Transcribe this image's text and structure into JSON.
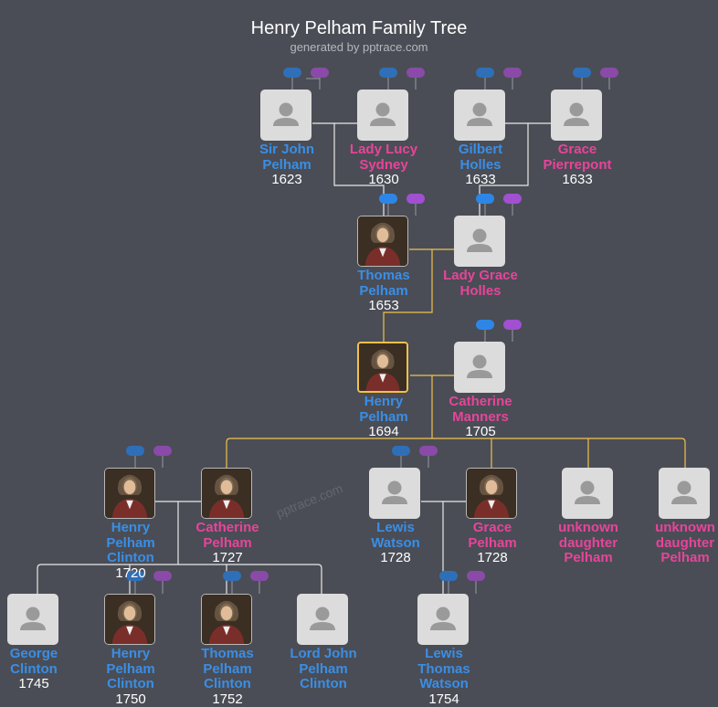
{
  "page": {
    "title": "Henry Pelham Family Tree",
    "subtitle": "generated by pptrace.com",
    "watermark": "pptrace.com"
  },
  "colors": {
    "background": "#4a4d55",
    "male": "#3a8ee6",
    "female": "#e8449a",
    "direct_line": "#f2c14e",
    "connector": "#e8e8e8"
  },
  "people": [
    {
      "id": "sir-john-pelham",
      "name": "Sir John Pelham",
      "lines": [
        "Sir John",
        "Pelham"
      ],
      "year": "1623",
      "gender": "m",
      "photo": "placeholder"
    },
    {
      "id": "lady-lucy-sydney",
      "name": "Lady Lucy Sydney",
      "lines": [
        "Lady Lucy",
        "Sydney"
      ],
      "year": "1630",
      "gender": "f",
      "photo": "placeholder"
    },
    {
      "id": "gilbert-holles",
      "name": "Gilbert Holles",
      "lines": [
        "Gilbert",
        "Holles"
      ],
      "year": "1633",
      "gender": "m",
      "photo": "placeholder"
    },
    {
      "id": "grace-pierrepont",
      "name": "Grace Pierrepont",
      "lines": [
        "Grace",
        "Pierrepont"
      ],
      "year": "1633",
      "gender": "f",
      "photo": "placeholder"
    },
    {
      "id": "thomas-pelham",
      "name": "Thomas Pelham",
      "lines": [
        "Thomas",
        "Pelham"
      ],
      "year": "1653",
      "gender": "m",
      "photo": "portrait"
    },
    {
      "id": "lady-grace-holles",
      "name": "Lady Grace Holles",
      "lines": [
        "Lady Grace",
        "Holles"
      ],
      "year": "",
      "gender": "f",
      "photo": "placeholder"
    },
    {
      "id": "henry-pelham",
      "name": "Henry Pelham",
      "lines": [
        "Henry",
        "Pelham"
      ],
      "year": "1694",
      "gender": "m",
      "photo": "portrait"
    },
    {
      "id": "catherine-manners",
      "name": "Catherine Manners",
      "lines": [
        "Catherine",
        "Manners"
      ],
      "year": "1705",
      "gender": "f",
      "photo": "placeholder"
    },
    {
      "id": "henry-pelham-clinton",
      "name": "Henry Pelham Clinton",
      "lines": [
        "Henry",
        "Pelham",
        "Clinton"
      ],
      "year": "1720",
      "gender": "m",
      "photo": "portrait"
    },
    {
      "id": "catherine-pelham",
      "name": "Catherine Pelham",
      "lines": [
        "Catherine",
        "Pelham"
      ],
      "year": "1727",
      "gender": "f",
      "photo": "portrait"
    },
    {
      "id": "lewis-watson",
      "name": "Lewis Watson",
      "lines": [
        "Lewis",
        "Watson"
      ],
      "year": "1728",
      "gender": "m",
      "photo": "placeholder"
    },
    {
      "id": "grace-pelham",
      "name": "Grace Pelham",
      "lines": [
        "Grace",
        "Pelham"
      ],
      "year": "1728",
      "gender": "f",
      "photo": "portrait"
    },
    {
      "id": "unknown-daughter-1",
      "name": "unknown daughter Pelham",
      "lines": [
        "unknown",
        "daughter",
        "Pelham"
      ],
      "year": "",
      "gender": "f",
      "photo": "placeholder"
    },
    {
      "id": "unknown-daughter-2",
      "name": "unknown daughter Pelham",
      "lines": [
        "unknown",
        "daughter",
        "Pelham"
      ],
      "year": "",
      "gender": "f",
      "photo": "placeholder"
    },
    {
      "id": "george-clinton",
      "name": "George Clinton",
      "lines": [
        "George",
        "Clinton"
      ],
      "year": "1745",
      "gender": "m",
      "photo": "placeholder"
    },
    {
      "id": "henry-pelham-clinton-2",
      "name": "Henry Pelham Clinton",
      "lines": [
        "Henry",
        "Pelham",
        "Clinton"
      ],
      "year": "1750",
      "gender": "m",
      "photo": "portrait"
    },
    {
      "id": "thomas-pelham-clinton",
      "name": "Thomas Pelham Clinton",
      "lines": [
        "Thomas",
        "Pelham",
        "Clinton"
      ],
      "year": "1752",
      "gender": "m",
      "photo": "portrait"
    },
    {
      "id": "lord-john-pelham-clinton",
      "name": "Lord John Pelham Clinton",
      "lines": [
        "Lord John",
        "Pelham",
        "Clinton"
      ],
      "year": "",
      "gender": "m",
      "photo": "placeholder"
    },
    {
      "id": "lewis-thomas-watson",
      "name": "Lewis Thomas Watson",
      "lines": [
        "Lewis",
        "Thomas",
        "Watson"
      ],
      "year": "1754",
      "gender": "m",
      "photo": "placeholder"
    }
  ]
}
